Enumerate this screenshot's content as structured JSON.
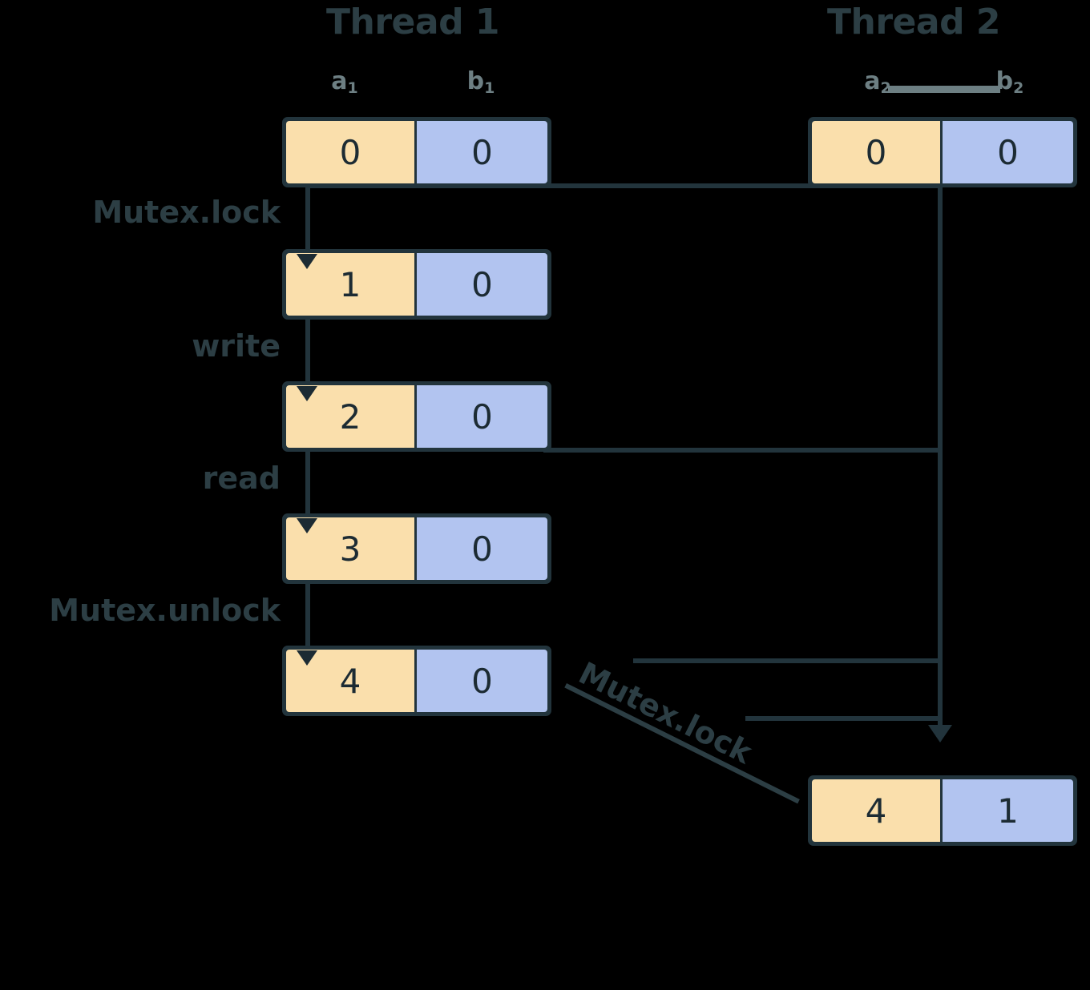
{
  "diagram": {
    "title_hidden": "Mutex lock thread interleaving diagram",
    "colors": {
      "cell_a": "#FADFAC",
      "cell_b": "#B2C4F0",
      "stroke": "#22343c",
      "text": "#2c3e44",
      "var_label": "#6d7f83",
      "background": "#000000"
    },
    "threads": [
      {
        "name": "thread1",
        "title": "Thread 1",
        "vars": {
          "a": "a",
          "a_sub": "1",
          "b": "b",
          "b_sub": "1"
        },
        "states": [
          {
            "a": "0",
            "b": "0"
          },
          {
            "a": "1",
            "b": "0"
          },
          {
            "a": "2",
            "b": "0"
          },
          {
            "a": "3",
            "b": "0"
          },
          {
            "a": "4",
            "b": "0"
          }
        ]
      },
      {
        "name": "thread2",
        "title": "Thread 2",
        "vars": {
          "a": "a",
          "a_sub": "2",
          "b": "b",
          "b_sub": "2"
        },
        "states": [
          {
            "a": "0",
            "b": "0"
          },
          {
            "a": "4",
            "b": "1"
          }
        ]
      }
    ],
    "operations": [
      {
        "id": "op-mutex-lock",
        "label": "Mutex.lock"
      },
      {
        "id": "op-write",
        "label": "write"
      },
      {
        "id": "op-read",
        "label": "read"
      },
      {
        "id": "op-mutex-unlock",
        "label": "Mutex.unlock"
      }
    ],
    "diagonal_operation": {
      "id": "op-mutex-lock-2",
      "label": "Mutex.lock"
    }
  }
}
